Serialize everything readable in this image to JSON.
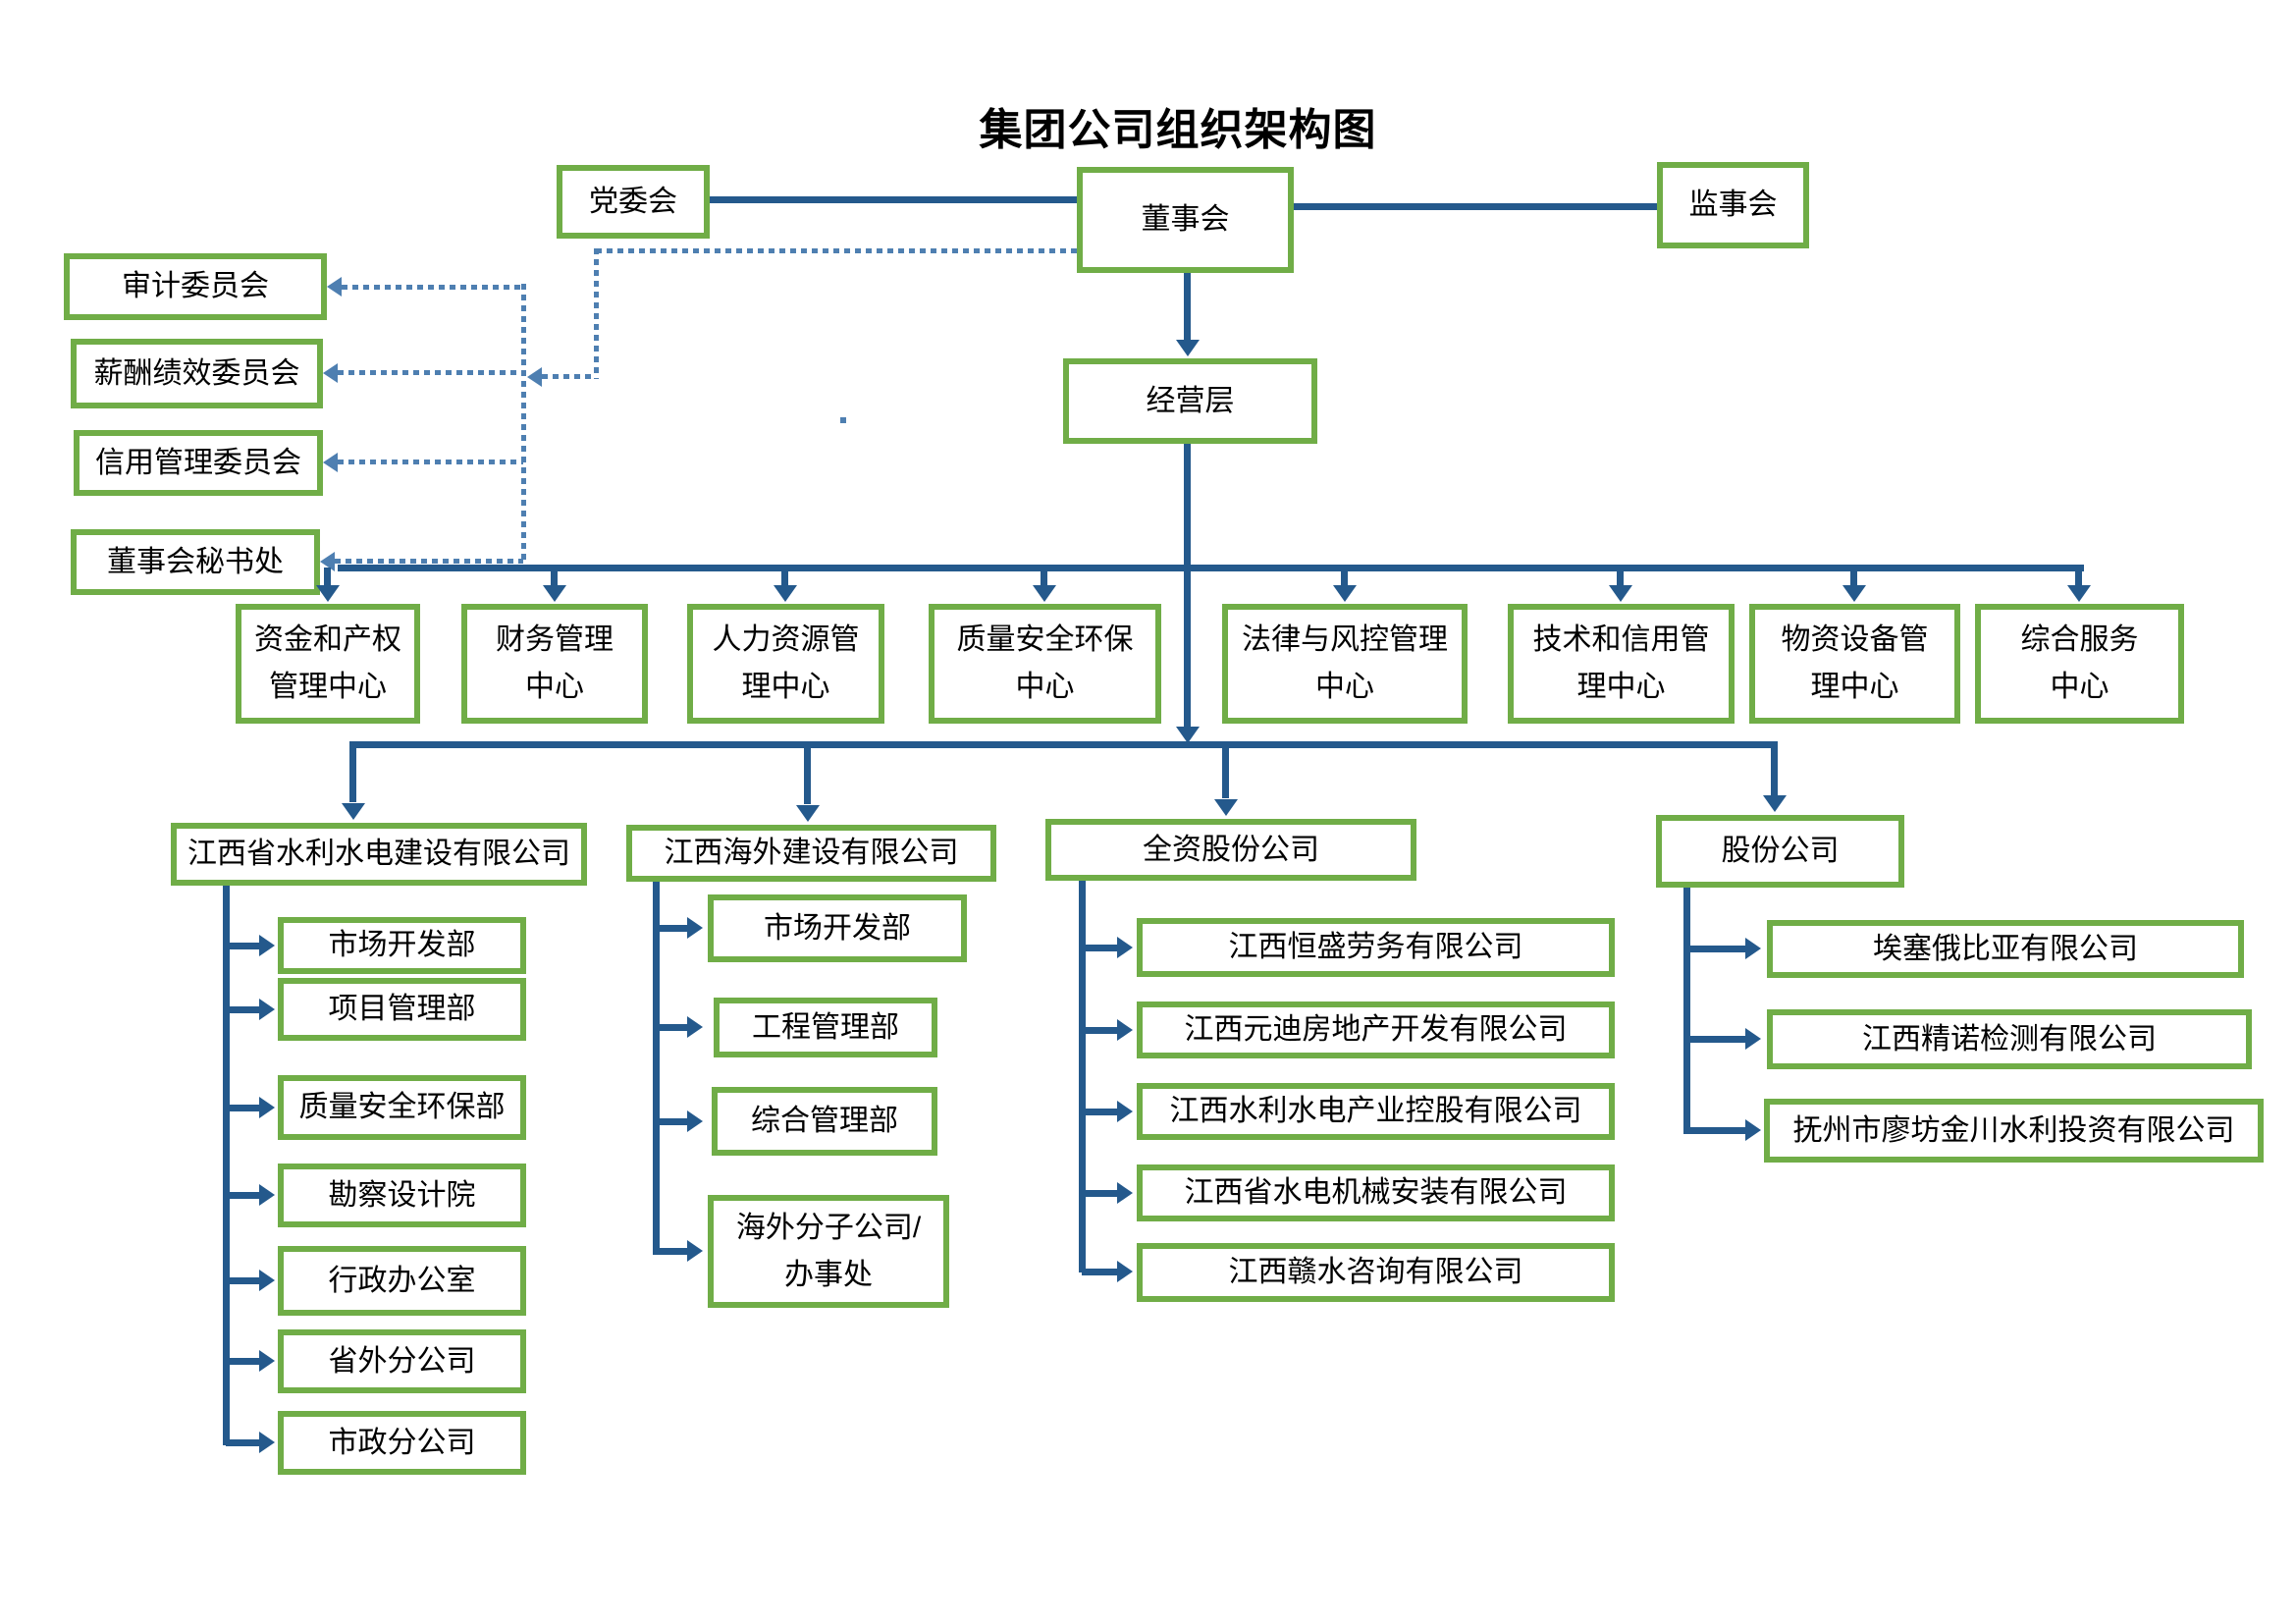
{
  "title": "集团公司组织架构图",
  "colors": {
    "box_border": "#70AD47",
    "solid_line": "#24598C",
    "dotted_line": "#4E7FB1",
    "text": "#000000",
    "background": "#FFFFFF"
  },
  "nodes": {
    "party_committee": "党委会",
    "board": "董事会",
    "supervisory": "监事会",
    "management": "经营层",
    "committees": [
      "审计委员会",
      "薪酬绩效委员会",
      "信用管理委员会",
      "董事会秘书处"
    ],
    "centers": [
      "资金和产权\n管理中心",
      "财务管理\n中心",
      "人力资源管\n理中心",
      "质量安全环保\n中心",
      "法律与风控管理\n中心",
      "技术和信用管\n理中心",
      "物资设备管\n理中心",
      "综合服务\n中心"
    ],
    "subsidiaries": [
      {
        "name": "江西省水利水电建设有限公司",
        "children": [
          "市场开发部",
          "项目管理部",
          "质量安全环保部",
          "勘察设计院",
          "行政办公室",
          "省外分公司",
          "市政分公司"
        ]
      },
      {
        "name": "江西海外建设有限公司",
        "children": [
          "市场开发部",
          "工程管理部",
          "综合管理部",
          "海外分子公司/\n办事处"
        ]
      },
      {
        "name": "全资股份公司",
        "children": [
          "江西恒盛劳务有限公司",
          "江西元迪房地产开发有限公司",
          "江西水利水电产业控股有限公司",
          "江西省水电机械安装有限公司",
          "江西赣水咨询有限公司"
        ]
      },
      {
        "name": "股份公司",
        "children": [
          "埃塞俄比亚有限公司",
          "江西精诺检测有限公司",
          "抚州市廖坊金川水利投资有限公司"
        ]
      }
    ]
  }
}
